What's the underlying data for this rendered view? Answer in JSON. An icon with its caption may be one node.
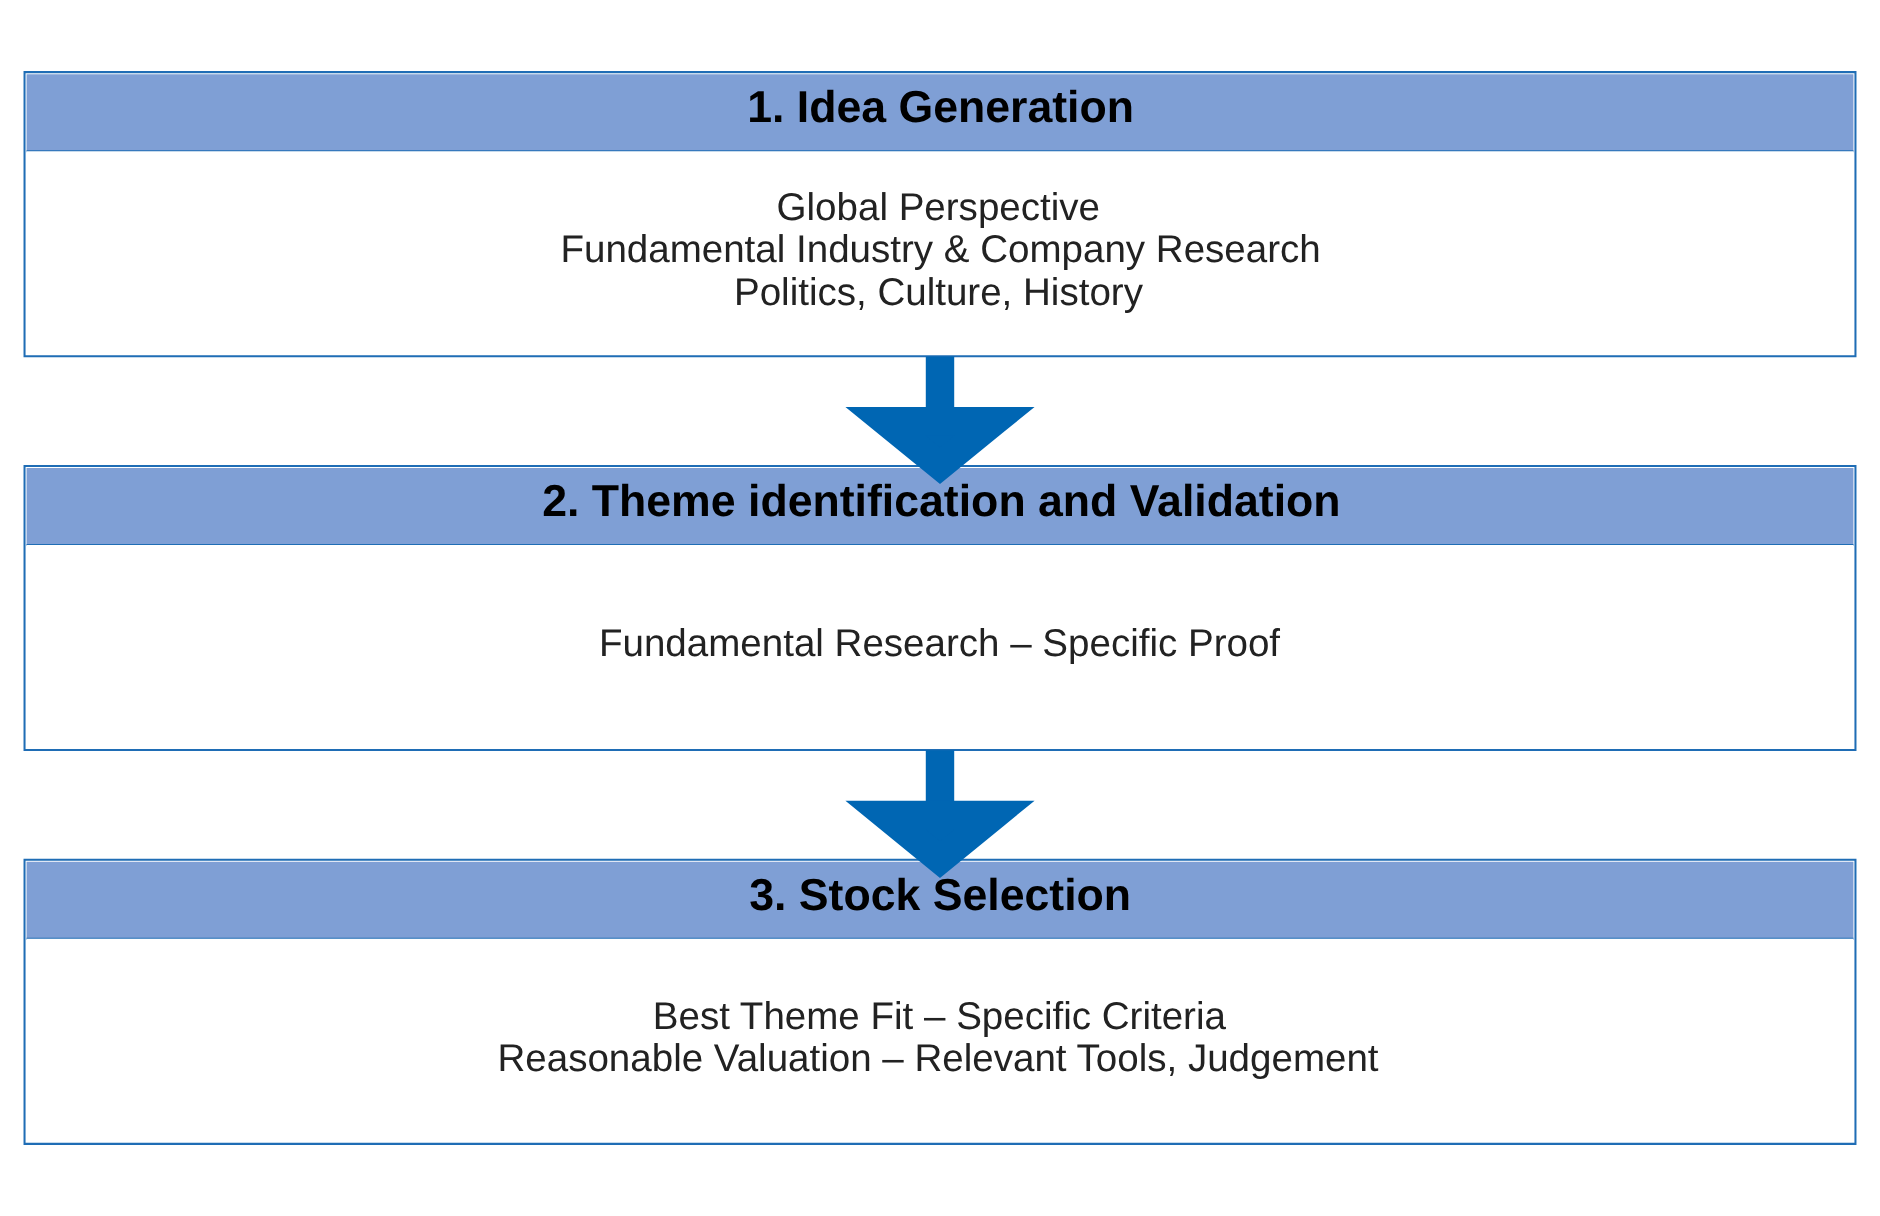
{
  "diagram": {
    "nodes": [
      {
        "text": [
          "1. Idea Generation",
          "Global Perspective",
          "Fundamental Industry & Company Research",
          "Politics, Culture, History"
        ]
      },
      {
        "text": [
          "2. Theme identification and Validation",
          "Fundamental Research – Specific Proof"
        ]
      },
      {
        "text": [
          "3. Stock Selection",
          "Best Theme Fit – Specific Criteria",
          "Reasonable Valuation – Relevant Tools, Judgement"
        ]
      }
    ],
    "edges": [
      {
        "from": 0,
        "to": 1,
        "arrow": "to"
      },
      {
        "from": 1,
        "to": 2,
        "arrow": "to"
      }
    ]
  }
}
